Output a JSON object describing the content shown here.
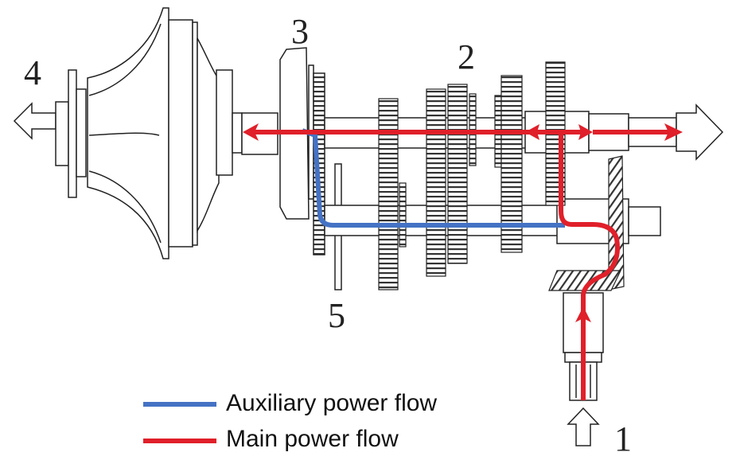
{
  "diagram": {
    "title": "Power flow in transmission",
    "labels": {
      "input": "1",
      "gearbox": "2",
      "clutch": "3",
      "compressor": "4",
      "disc": "5"
    },
    "legend": [
      {
        "label": "Auxiliary power flow",
        "color": "#4472c4"
      },
      {
        "label": "Main power flow",
        "color": "#e0202a"
      }
    ],
    "colors": {
      "main_flow": "#e0202a",
      "aux_flow": "#4472c4",
      "stroke": "#222222"
    }
  }
}
